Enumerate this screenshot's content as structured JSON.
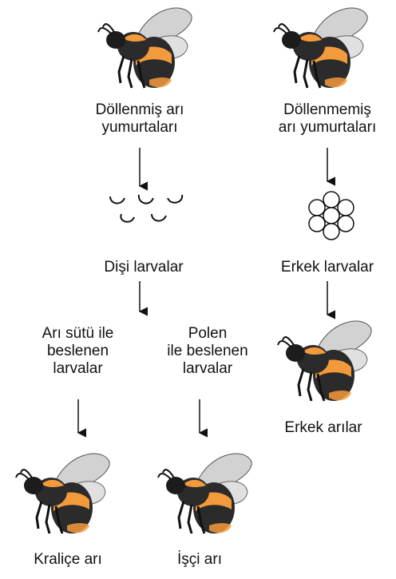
{
  "diagram": {
    "fertilized_eggs": "Döllenmiş arı\nyumurtaları",
    "unfertilized_eggs": "Döllenmemiş\narı yumurtaları",
    "female_larvae": "Dişi larvalar",
    "male_larvae": "Erkek larvalar",
    "royal_jelly_larvae": "Arı sütü ile\nbeslenen\nlarvalar",
    "pollen_larvae": "Polen\nile beslenen\nlarvalar",
    "drones": "Erkek arılar",
    "queen": "Kraliçe arı",
    "worker": "İşçi arı"
  },
  "colors": {
    "bee_body": "#2a2a2a",
    "bee_stripe": "#f39a3c",
    "wing": "#c9c9c9",
    "line": "#111111"
  }
}
